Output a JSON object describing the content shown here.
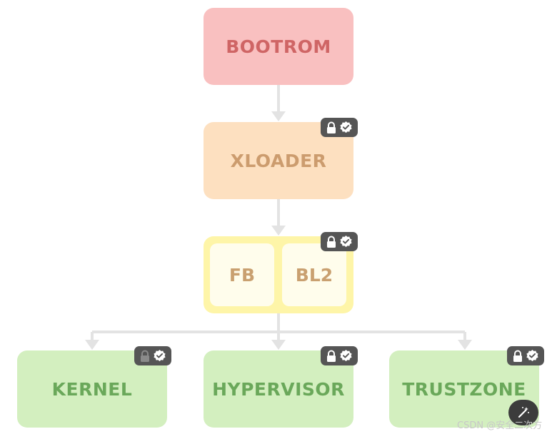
{
  "nodes": {
    "bootrom": "BOOTROM",
    "xloader": "XLOADER",
    "fb": "FB",
    "bl2": "BL2",
    "kernel": "KERNEL",
    "hypervisor": "HYPERVISOR",
    "trustzone": "TRUSTZONE"
  },
  "badges": {
    "xloader": {
      "lock": "locked",
      "verified": true
    },
    "group": {
      "lock": "locked",
      "verified": true
    },
    "kernel": {
      "lock": "unlocked-dim",
      "verified": true
    },
    "hypervisor": {
      "lock": "locked",
      "verified": true
    },
    "trustzone": {
      "lock": "locked",
      "verified": true
    }
  },
  "icons": [
    "lock-icon",
    "verified-badge-icon",
    "magic-wand-icon"
  ],
  "colors": {
    "bootrom_fill": "#f9c0c0",
    "bootrom_text": "#cf6565",
    "xloader_fill": "#fde0c0",
    "xloader_text": "#cc9c6e",
    "group_fill": "#fef5a8",
    "group_inner": "#fffdec",
    "group_text": "#c9a070",
    "leaf_fill": "#d3efbf",
    "leaf_text": "#6aa85a",
    "connector": "#e3e3e3",
    "badge": "#555555"
  },
  "watermark": "CSDN @安全二次方"
}
